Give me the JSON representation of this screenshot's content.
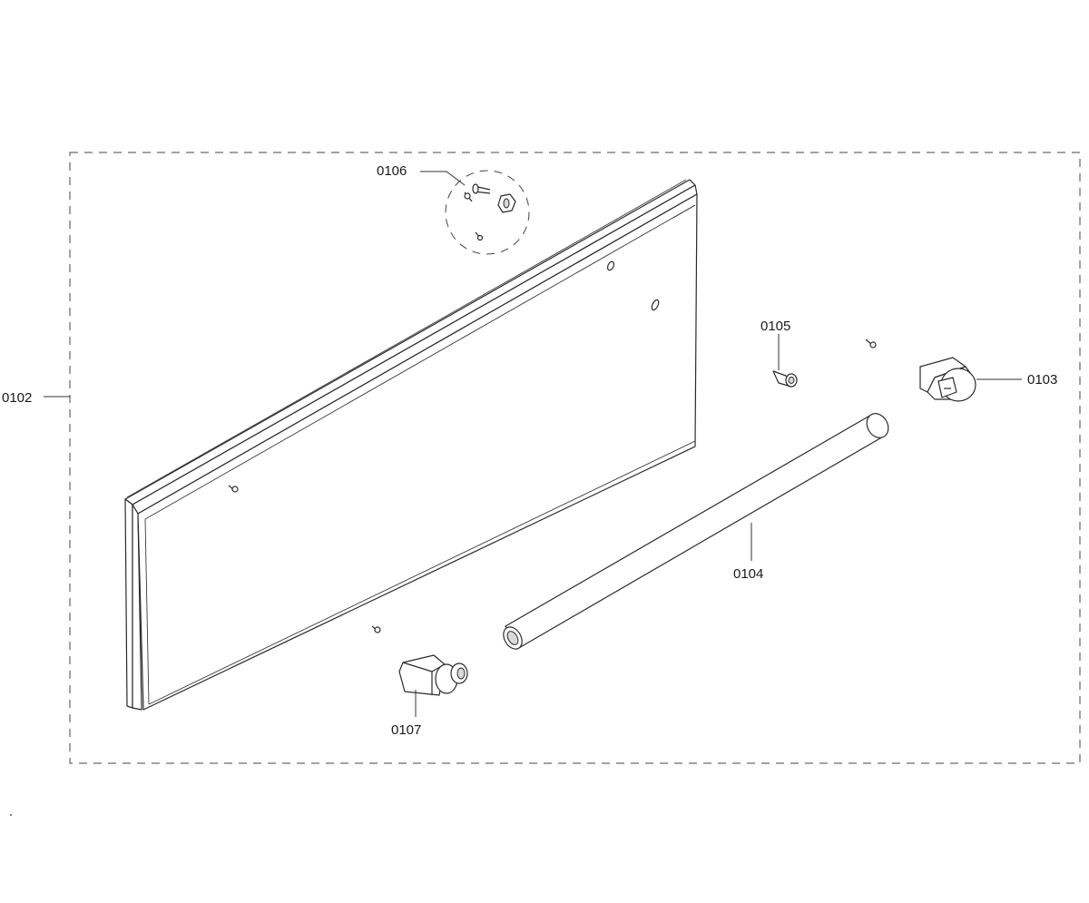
{
  "labels": {
    "p0102": "0102",
    "p0103": "0103",
    "p0104": "0104",
    "p0105": "0105",
    "p0106": "0106",
    "p0107": "0107"
  }
}
